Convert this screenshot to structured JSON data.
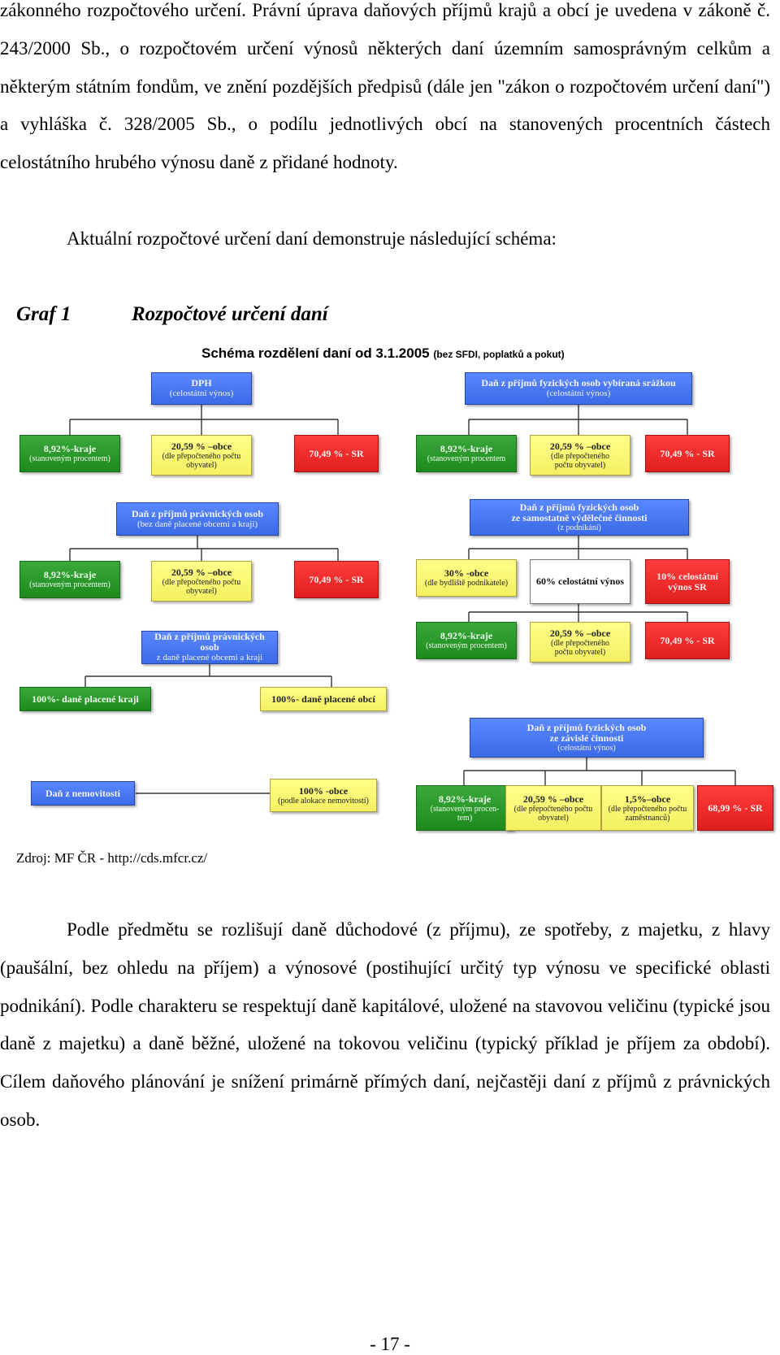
{
  "paragraphs": {
    "intro": [
      "zákonného rozpočtového určení. Právní úprava daňových příjmů krajů a obcí je",
      "uvedena v zákoně č. 243/2000 Sb., o rozpočtovém určení výnosů některých daní",
      "územním samosprávným celkům a některým státním fondům, ve znění pozdějších",
      "předpisů (dále jen \"zákon o rozpočtovém určení daní\") a vyhláška č. 328/2005 Sb., o",
      "podílu jednotlivých obcí na stanovených procentních částech celostátního hrubého",
      "výnosu daně z přidané hodnoty."
    ],
    "schema_intro": "Aktuální rozpočtové určení daní demonstruje následující schéma:",
    "body": [
      "Podle předmětu se rozlišují daně důchodové (z příjmu), ze spotřeby,",
      "z majetku, z hlavy (paušální, bez ohledu na příjem) a výnosové (postihující určitý typ",
      "výnosu ve specifické oblasti podnikání). Podle charakteru se respektují daně",
      "kapitálové, uložené na stavovou veličinu (typické jsou daně z majetku) a daně běžné,",
      "uložené na tokovou veličinu (typický příklad je příjem za období). Cílem daňového",
      "plánování je snížení primárně přímých daní, nejčastěji daní z příjmů z právnických",
      "osob."
    ]
  },
  "caption": {
    "number": "Graf 1",
    "title": "Rozpočtové určení daní"
  },
  "diagram": {
    "title": "Schéma rozdělení daní od 3.1.2005",
    "title_note": "(bez SFDI, poplatků a pokut)",
    "dph": {
      "main": "DPH",
      "note": "(celostátní výnos)"
    },
    "dph_kraje": {
      "main": "8,92%-kraje",
      "note": "(stanoveným procentem)"
    },
    "dph_obce": {
      "main": "20,59 % –obce",
      "note1": "(dle přepočteného počtu",
      "note2": "obyvatel)"
    },
    "dph_sr": {
      "main": "70,49 % - SR"
    },
    "dfo_srazkou": {
      "main": "Daň z příjmů fyzických osob vybíraná srážkou",
      "note": "(celostátní výnos)"
    },
    "dfos_kraje": {
      "main": "8,92%-kraje",
      "note": "(stanoveným procentem"
    },
    "dfos_obce": {
      "main": "20,59 % –obce",
      "note1": "(dle přepočteného",
      "note2": "počtu obyvatel)"
    },
    "dfos_sr": {
      "main": "70,49 % - SR"
    },
    "dppo": {
      "main": "Daň z příjmů právnických osob",
      "note": "(bez daně placené obcemi a kraji)"
    },
    "dppo_kraje": {
      "main": "8,92%-kraje",
      "note": "(stanoveným procentem)"
    },
    "dppo_obce": {
      "main": "20,59 % –obce",
      "note1": "(dle přepočteného počtu",
      "note2": "obyvatel)"
    },
    "dppo_sr": {
      "main": "70,49 % - SR"
    },
    "dfo_osvc": {
      "main": "Daň z příjmů fyzických osob",
      "main2": "ze samostatně výdělečné činnosti",
      "note": "(z podnikání)"
    },
    "osvc_obce30": {
      "main": "30% -obce",
      "note": "(dle bydliště podnikatele)"
    },
    "osvc_60": {
      "main": "60% celostátní výnos"
    },
    "osvc_sr10": {
      "main": "10% celostátní",
      "main2": "výnos SR"
    },
    "osvc_kraje": {
      "main": "8,92%-kraje",
      "note": "(stanoveným procentem)"
    },
    "osvc_obce": {
      "main": "20,59 % –obce",
      "note1": "(dle přepočteného",
      "note2": "počtu obyvatel)"
    },
    "osvc_sr": {
      "main": "70,49 % - SR"
    },
    "dppo_ok": {
      "main": "Daň z příjmů právnických osob",
      "main2": "z daně placené obcemi a kraji"
    },
    "dppo_ok_kraje": {
      "main": "100%- daně placené kraji"
    },
    "dppo_ok_obce": {
      "main": "100%- daně placené obcí"
    },
    "dfo_zc": {
      "main": "Daň z příjmů fyzických osob",
      "main2": "ze závislé činnosti",
      "note": "(celostátní výnos)"
    },
    "zc_kraje": {
      "main": "8,92%-kraje",
      "note1": "(stanoveným procen-",
      "note2": "tem)"
    },
    "zc_obce": {
      "main": "20,59 % –obce",
      "note1": "(dle přepočteného počtu",
      "note2": "obyvatel)"
    },
    "zc_obce15": {
      "main": "1,5%–obce",
      "note1": "(dle přepočteného počtu",
      "note2": "zaměstnanců)"
    },
    "zc_sr": {
      "main": "68,99 % - SR"
    },
    "dn": {
      "main": "Daň z nemovitostí"
    },
    "dn_obce": {
      "main": "100% -obce",
      "note": "(podle alokace nemovitostí)"
    }
  },
  "source": "Zdroj: MF ČR - http://cds.mfcr.cz/",
  "page_number": "- 17 -"
}
